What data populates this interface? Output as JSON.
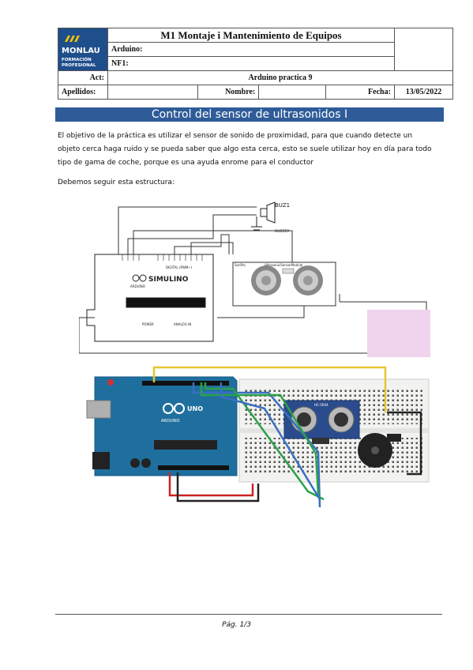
{
  "header": {
    "logo": {
      "brand": "MONLAU",
      "line1": "FORMACIÓN",
      "line2": "PROFESIONAL"
    },
    "title": "M1 Montaje i Mantenimiento de Equipos",
    "arduino_label": "Arduino:",
    "nf_label": "NF1:",
    "act_label": "Act:",
    "act_value": "Arduino practica 9",
    "apellidos_label": "Apellidos:",
    "nombre_label": "Nombre:",
    "fecha_label": "Fecha:",
    "fecha_value": "13/05/2022"
  },
  "section_title": "Control del sensor de ultrasonidos I",
  "intro": "El objetivo de la práctica es utilizar el sensor de sonido de proximidad, para que cuando detecte un objeto cerca haga ruido y se pueda saber que algo esta cerca, esto se suele utilizar hoy en día para todo tipo de gama de coche, porque es una ayuda enrome para el conductor",
  "structure_text": "Debemos seguir esta estructura:",
  "schematic": {
    "buzzer_label": "BUZ1",
    "buzzer_sub": "BUZZER",
    "board_label": "SIMULINO",
    "board_sub": "ARDUINO",
    "sensor_label": "UltrasonicSensorModule",
    "sensor_tag": "SonPro",
    "digital_label": "DIGITAL (PWM~)",
    "analog_label": "ANALOG IN",
    "power_label": "POWER"
  },
  "breadboard": {
    "board_label": "ARDUINO",
    "uno_label": "UNO",
    "sensor_tag": "HC-SR04"
  },
  "footer": "Pág. 1/3"
}
